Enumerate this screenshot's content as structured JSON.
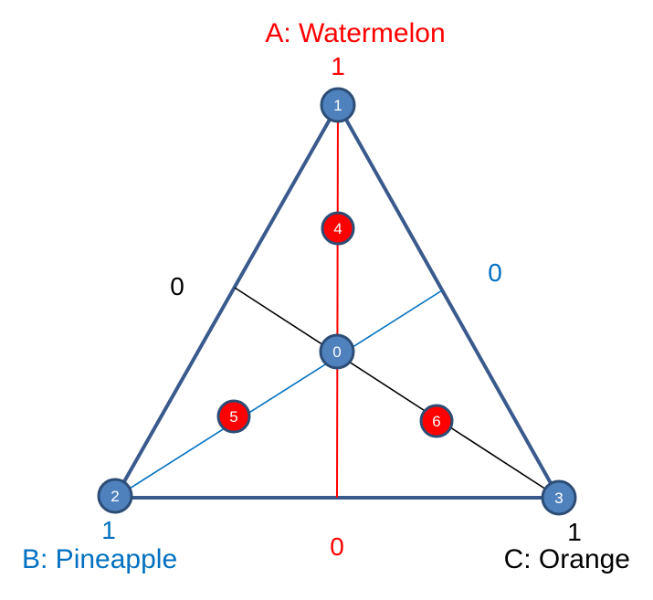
{
  "colors": {
    "triangle": "#3a5a8c",
    "node_blue": "#4f81bd",
    "node_blue_stroke": "#2c4d75",
    "node_red": "#ff0000",
    "red": "#ff0000",
    "blue": "#0070c0",
    "black": "#000000"
  },
  "vertices": {
    "a": {
      "name": "A: Watermelon",
      "top_value": "1",
      "color": "red"
    },
    "b": {
      "name": "B: Pineapple",
      "value": "1",
      "color": "blue"
    },
    "c": {
      "name": "C: Orange",
      "value": "1",
      "color": "black"
    }
  },
  "side_zero_labels": {
    "left": "0",
    "right": "0",
    "bottom": "0"
  },
  "nodes": [
    {
      "id": "1",
      "kind": "vertex"
    },
    {
      "id": "2",
      "kind": "vertex"
    },
    {
      "id": "3",
      "kind": "vertex"
    },
    {
      "id": "0",
      "kind": "center"
    },
    {
      "id": "4",
      "kind": "midpoint"
    },
    {
      "id": "5",
      "kind": "midpoint"
    },
    {
      "id": "6",
      "kind": "midpoint"
    }
  ]
}
